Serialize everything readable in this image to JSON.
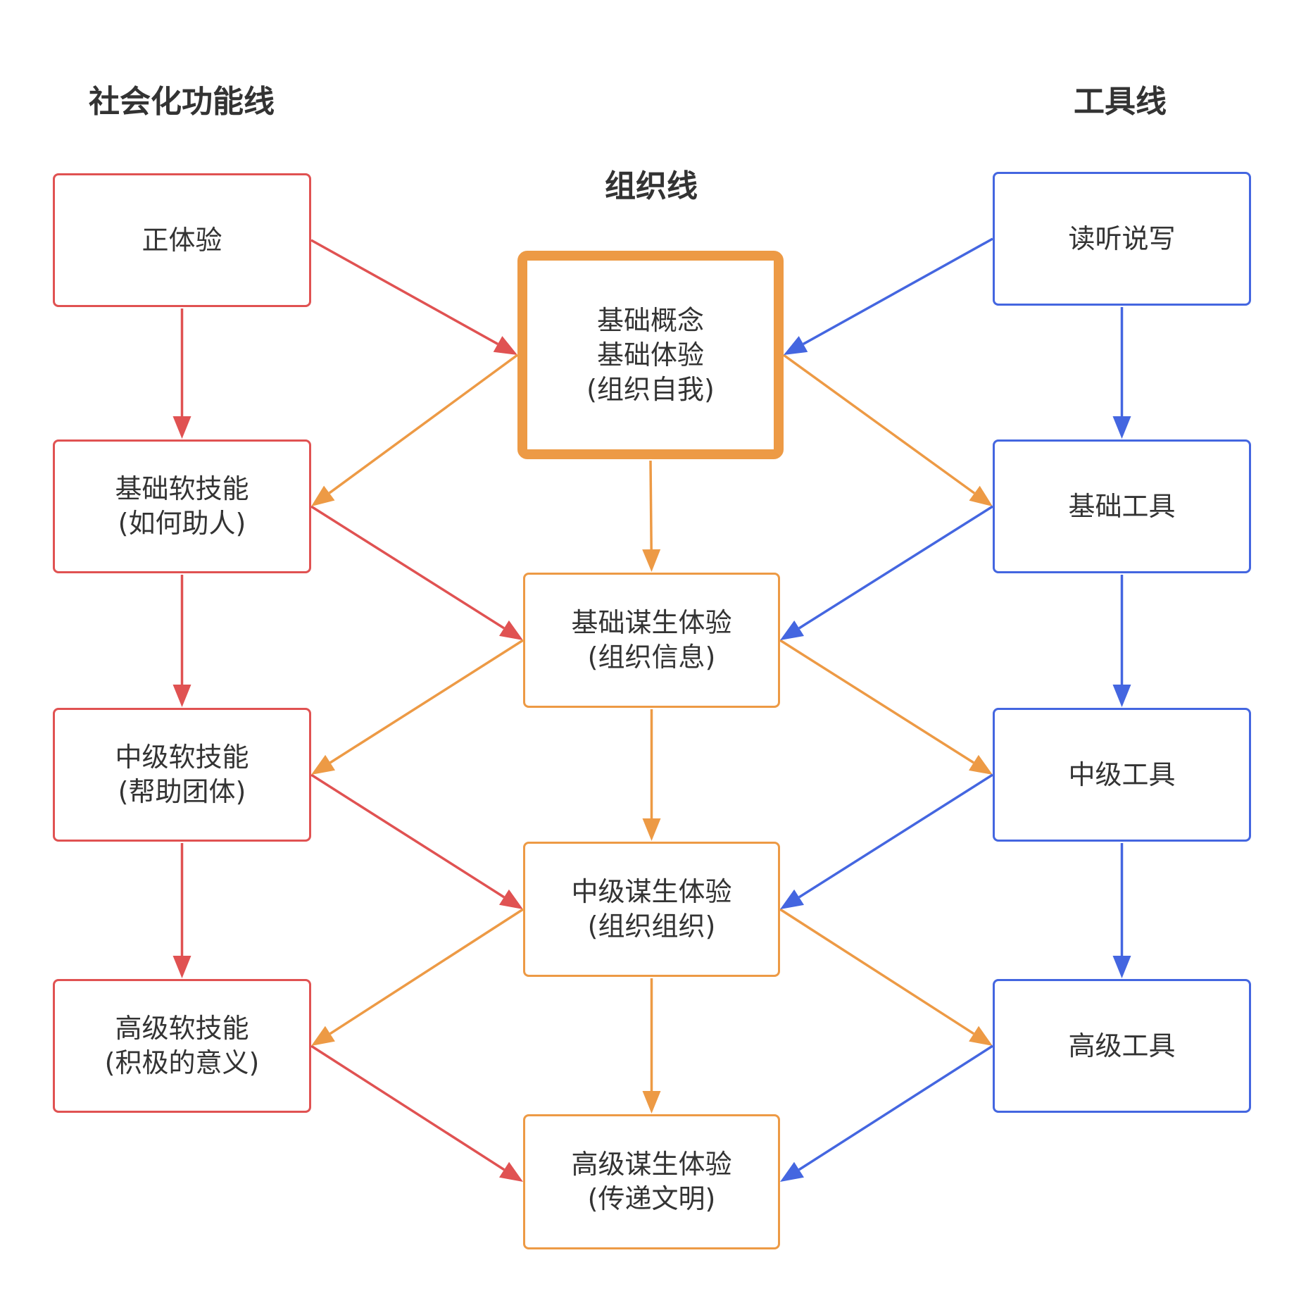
{
  "colors": {
    "social": "#e05252",
    "org": "#ed9a45",
    "tool": "#4466e0",
    "text": "#333333"
  },
  "headings": {
    "social": "社会化功能线",
    "org": "组织线",
    "tool": "工具线"
  },
  "nodes": {
    "social": [
      {
        "lines": [
          "正体验"
        ]
      },
      {
        "lines": [
          "基础软技能",
          "(如何助人)"
        ]
      },
      {
        "lines": [
          "中级软技能",
          "(帮助团体)"
        ]
      },
      {
        "lines": [
          "高级软技能",
          "(积极的意义)"
        ]
      }
    ],
    "org": [
      {
        "lines": [
          "基础概念",
          "基础体验",
          "(组织自我)"
        ]
      },
      {
        "lines": [
          "基础谋生体验",
          "(组织信息)"
        ]
      },
      {
        "lines": [
          "中级谋生体验",
          "(组织组织)"
        ]
      },
      {
        "lines": [
          "高级谋生体验",
          "(传递文明)"
        ]
      }
    ],
    "tool": [
      {
        "lines": [
          "读听说写"
        ]
      },
      {
        "lines": [
          "基础工具"
        ]
      },
      {
        "lines": [
          "中级工具"
        ]
      },
      {
        "lines": [
          "高级工具"
        ]
      }
    ]
  },
  "edges": [
    {
      "from": "social.0",
      "to": "social.1",
      "color": "social"
    },
    {
      "from": "social.1",
      "to": "social.2",
      "color": "social"
    },
    {
      "from": "social.2",
      "to": "social.3",
      "color": "social"
    },
    {
      "from": "social.0",
      "to": "org.0",
      "color": "social"
    },
    {
      "from": "social.1",
      "to": "org.1",
      "color": "social"
    },
    {
      "from": "social.2",
      "to": "org.2",
      "color": "social"
    },
    {
      "from": "social.3",
      "to": "org.3",
      "color": "social"
    },
    {
      "from": "org.0",
      "to": "org.1",
      "color": "org"
    },
    {
      "from": "org.1",
      "to": "org.2",
      "color": "org"
    },
    {
      "from": "org.2",
      "to": "org.3",
      "color": "org"
    },
    {
      "from": "org.0",
      "to": "social.1",
      "color": "org"
    },
    {
      "from": "org.1",
      "to": "social.2",
      "color": "org"
    },
    {
      "from": "org.2",
      "to": "social.3",
      "color": "org"
    },
    {
      "from": "org.0",
      "to": "tool.1",
      "color": "org"
    },
    {
      "from": "org.1",
      "to": "tool.2",
      "color": "org"
    },
    {
      "from": "org.2",
      "to": "tool.3",
      "color": "org"
    },
    {
      "from": "tool.0",
      "to": "tool.1",
      "color": "tool"
    },
    {
      "from": "tool.1",
      "to": "tool.2",
      "color": "tool"
    },
    {
      "from": "tool.2",
      "to": "tool.3",
      "color": "tool"
    },
    {
      "from": "tool.0",
      "to": "org.0",
      "color": "tool"
    },
    {
      "from": "tool.1",
      "to": "org.1",
      "color": "tool"
    },
    {
      "from": "tool.2",
      "to": "org.2",
      "color": "tool"
    },
    {
      "from": "tool.3",
      "to": "org.3",
      "color": "tool"
    }
  ]
}
